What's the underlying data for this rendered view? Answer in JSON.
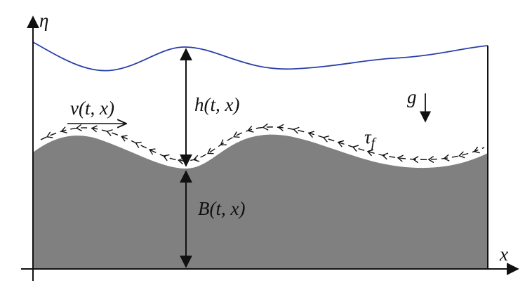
{
  "diagram": {
    "axes": {
      "vertical_label": "η",
      "horizontal_label": "x"
    },
    "labels": {
      "velocity": "v(t, x)",
      "depth": "h(t, x)",
      "bed": "B(t, x)",
      "gravity": "g",
      "friction_symbol": "τ",
      "friction_subscript": "f"
    },
    "colors": {
      "free_surface": "#2a3fa8",
      "bed_fill": "#808080",
      "axis": "#111111",
      "background": "#ffffff"
    }
  }
}
